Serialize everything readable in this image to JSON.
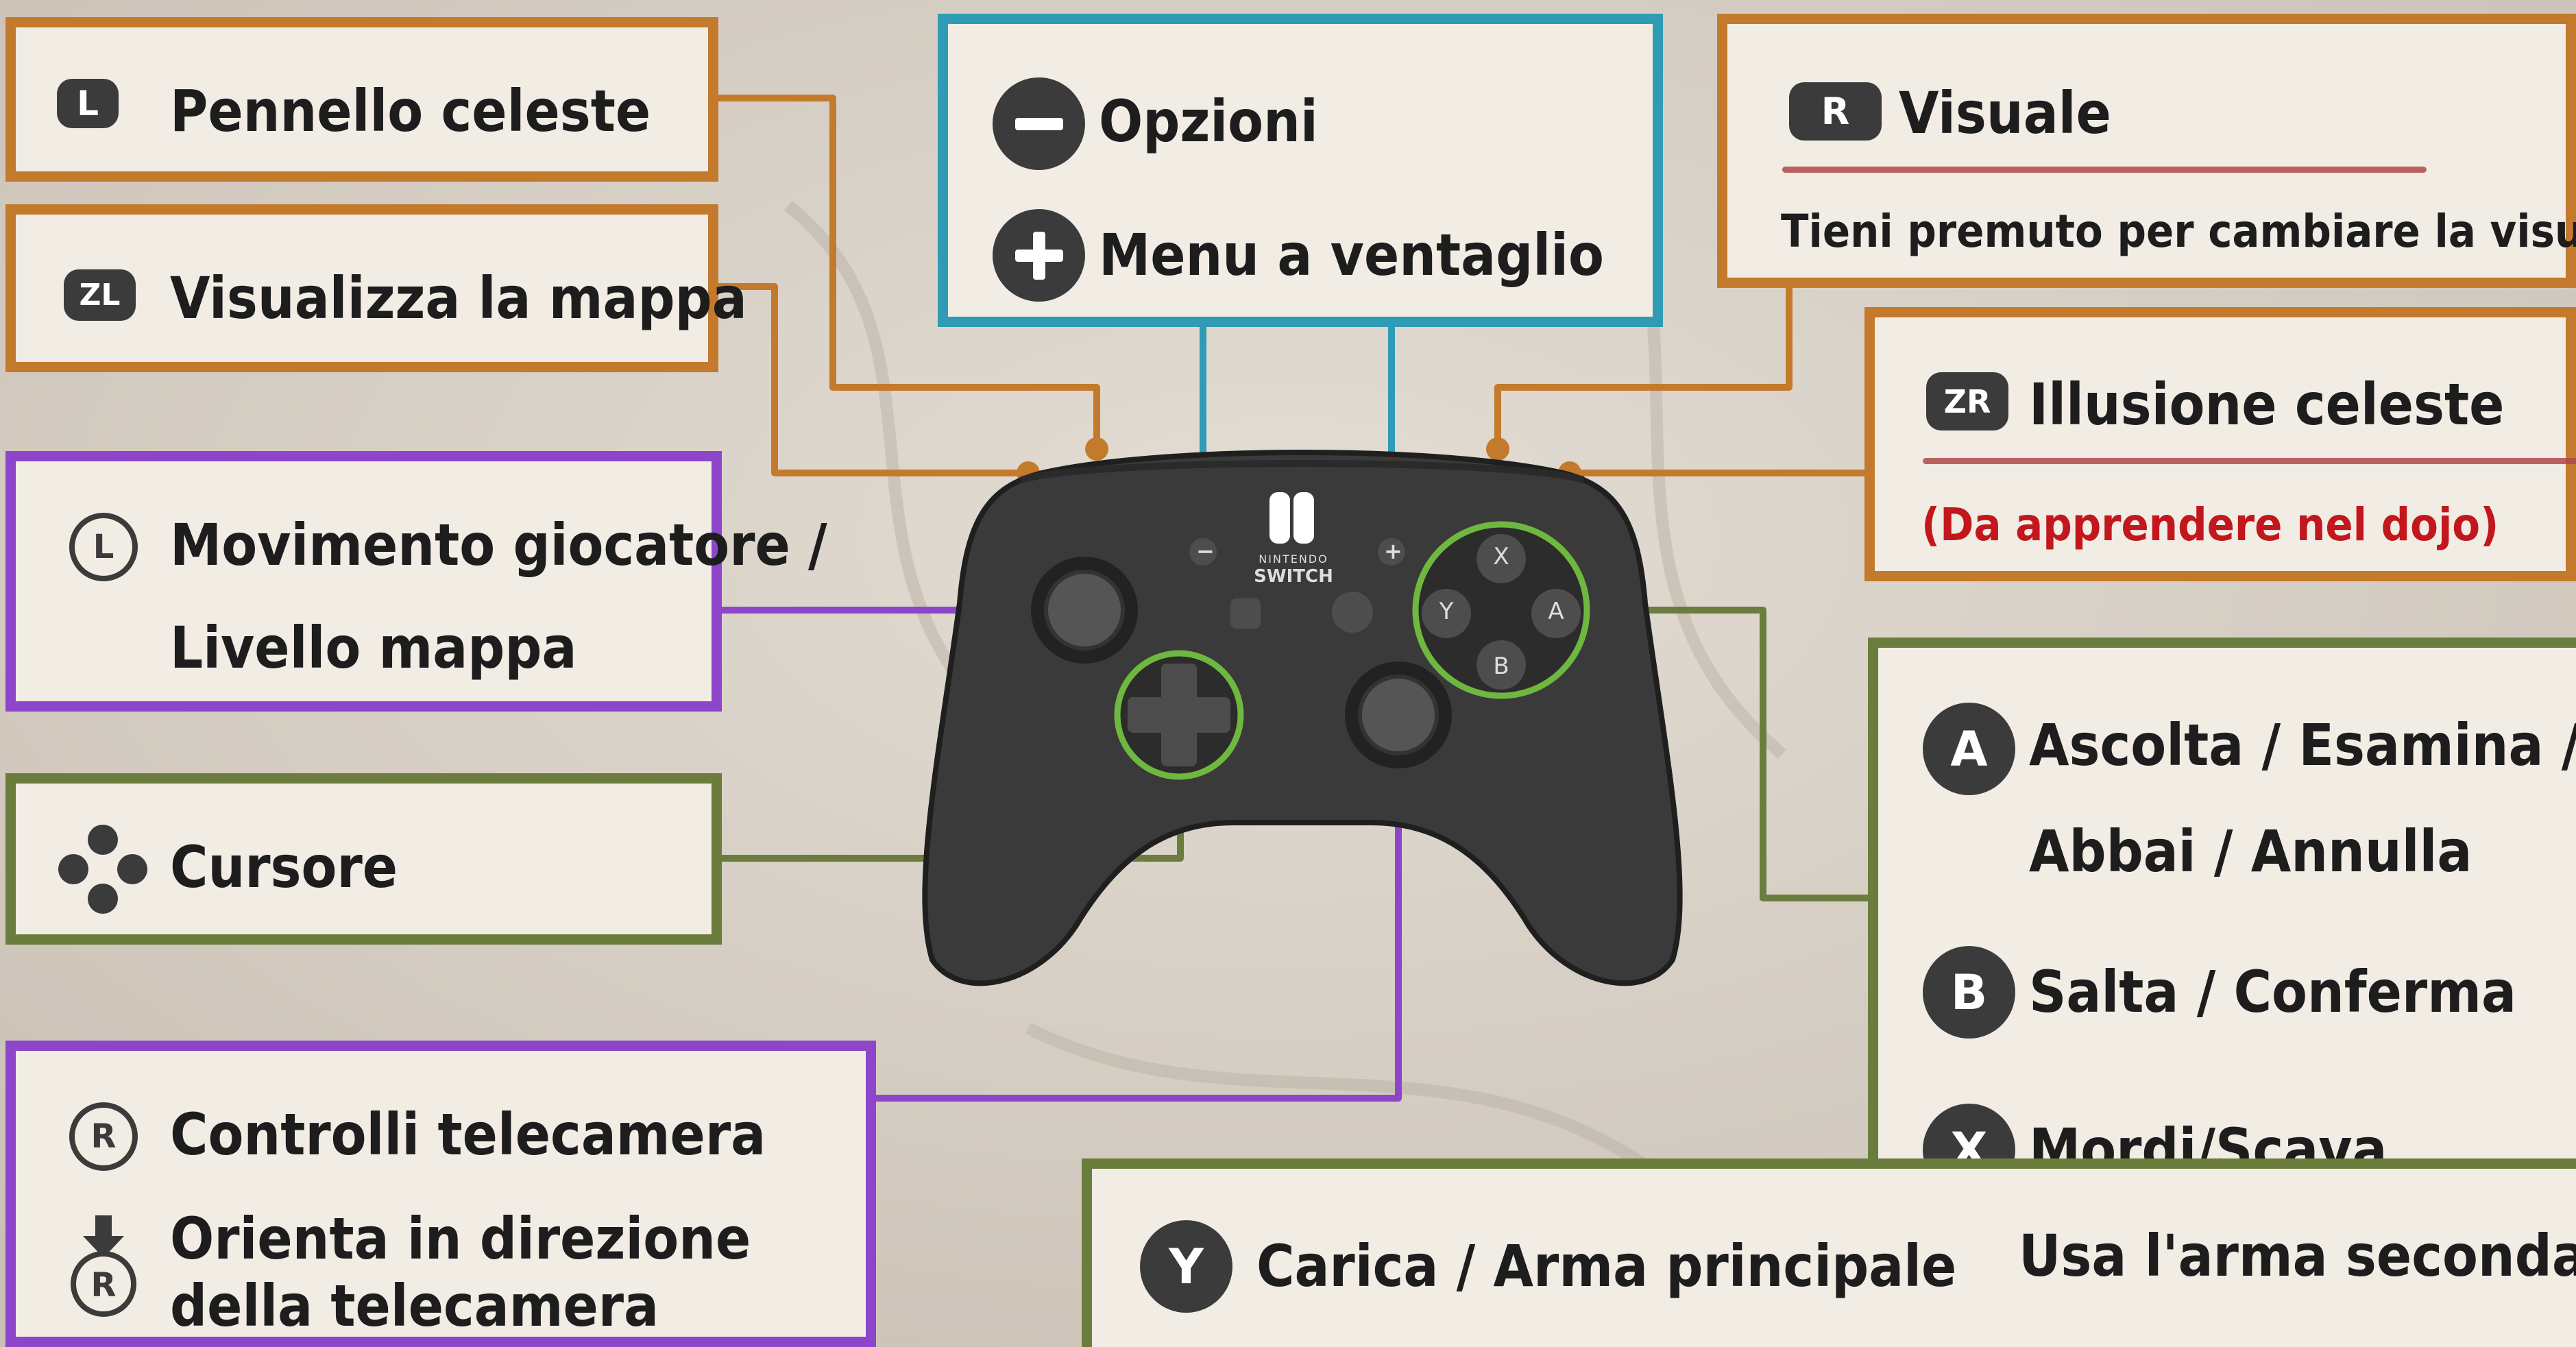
{
  "colors": {
    "orange": "#c47a2c",
    "purple": "#8d46c9",
    "green": "#6a7d3c",
    "teal": "#2f9bb5",
    "red_text": "#c2171c",
    "controller": "#3a3a3a"
  },
  "left": {
    "l": {
      "icon": "L",
      "label": "Pennello celeste"
    },
    "zl": {
      "icon": "ZL",
      "label": "Visualizza la mappa"
    },
    "lstick": {
      "icon": "L",
      "line1": "Movimento giocatore /",
      "line2": "Livello mappa"
    },
    "dpad": {
      "icon": "dpad-icon",
      "label": "Cursore"
    },
    "rstick": {
      "icon": "R",
      "line1": "Controlli telecamera",
      "line2": "Orienta in direzione",
      "line3": "della telecamera"
    }
  },
  "top": {
    "minus": {
      "icon": "minus-icon",
      "label": "Opzioni"
    },
    "plus": {
      "icon": "plus-icon",
      "label": "Menu a ventaglio"
    }
  },
  "right": {
    "r": {
      "icon": "R",
      "label": "Visuale",
      "note": "Tieni premuto per cambiare la visuale."
    },
    "zr": {
      "icon": "ZR",
      "label": "Illusione celeste",
      "note": "(Da apprendere nel dojo)"
    },
    "a": {
      "icon": "A",
      "line1": "Ascolta / Esamina /",
      "line2": "Abbai / Annulla"
    },
    "b": {
      "icon": "B",
      "label": "Salta / Conferma"
    },
    "x": {
      "icon": "X",
      "line1": "Mordi/Scava",
      "line2": "Usa l'arma secondaria"
    }
  },
  "bottom": {
    "y": {
      "icon": "Y",
      "label": "Carica / Arma principale"
    }
  },
  "controller": {
    "logo_line1": "NINTENDO",
    "logo_line2": "SWITCH",
    "face": [
      "X",
      "Y",
      "A",
      "B"
    ]
  }
}
